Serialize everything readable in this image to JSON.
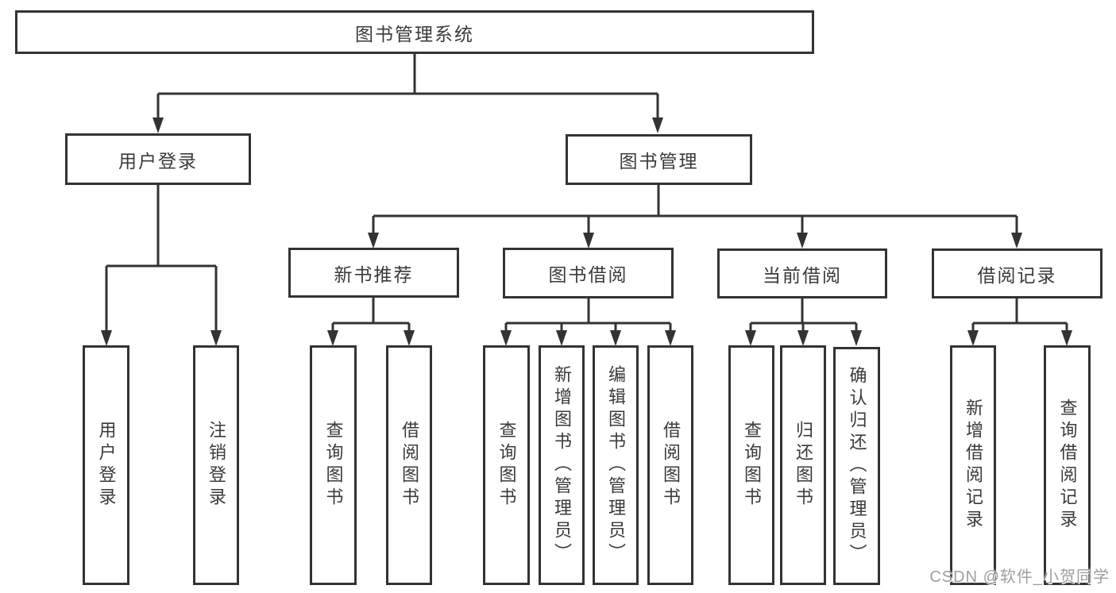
{
  "tree": {
    "label": "图书管理系统",
    "children": [
      {
        "label": "用户登录",
        "children": [
          {
            "label": "用户登录"
          },
          {
            "label": "注销登录"
          }
        ]
      },
      {
        "label": "图书管理",
        "children": [
          {
            "label": "新书推荐",
            "children": [
              {
                "label": "查询图书"
              },
              {
                "label": "借阅图书"
              }
            ]
          },
          {
            "label": "图书借阅",
            "children": [
              {
                "label": "查询图书"
              },
              {
                "label": "新增图书（管理员）"
              },
              {
                "label": "编辑图书（管理员）"
              },
              {
                "label": "借阅图书"
              }
            ]
          },
          {
            "label": "当前借阅",
            "children": [
              {
                "label": "查询图书"
              },
              {
                "label": "归还图书"
              },
              {
                "label": "确认归还（管理员）"
              }
            ]
          },
          {
            "label": "借阅记录",
            "children": [
              {
                "label": "新增借阅记录"
              },
              {
                "label": "查询借阅记录"
              }
            ]
          }
        ]
      }
    ]
  },
  "watermark": {
    "text": "CSDN @软件_小贺同学"
  },
  "colors": {
    "line": "#333333",
    "text": "#3a3a3a",
    "watermark": "#9e9e9e",
    "background": "#ffffff"
  }
}
